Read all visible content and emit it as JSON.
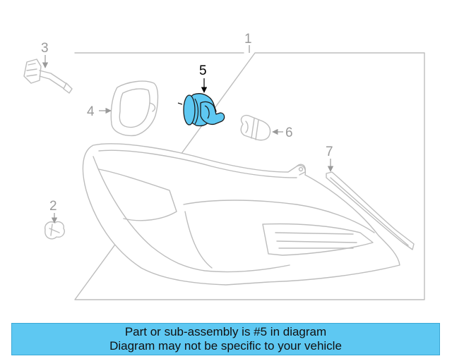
{
  "callouts": {
    "c1": "1",
    "c2": "2",
    "c3": "3",
    "c4": "4",
    "c5": "5",
    "c6": "6",
    "c7": "7"
  },
  "highlighted_part": "5",
  "colors": {
    "highlight": "#5ec8f2",
    "banner": "#5ec8f2",
    "line_gray": "#bdbdbd",
    "label_gray": "#9a9a9a"
  },
  "banner": {
    "line1": "Part or sub-assembly is #5 in diagram",
    "line2": "Diagram may not be specific to your vehicle"
  }
}
